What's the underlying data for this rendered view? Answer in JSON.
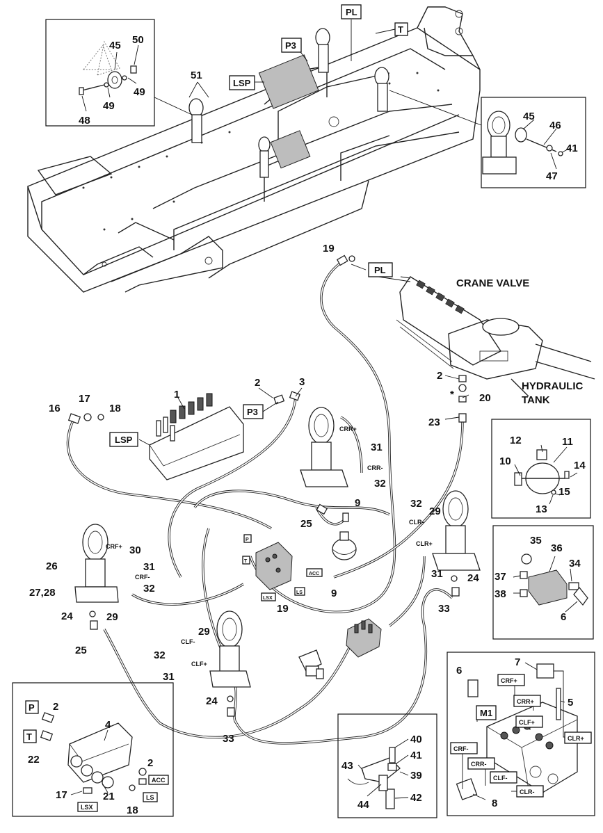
{
  "labels": {
    "crane_valve": "CRANE VALVE",
    "hydraulic": "HYDRAULIC",
    "tank": "TANK",
    "star": "*"
  },
  "tags": {
    "PL": "PL",
    "T": "T",
    "P3": "P3",
    "LSP": "LSP",
    "P": "P",
    "M1": "M1",
    "CRF_plus": "CRF+",
    "CRR_plus": "CRR+",
    "CLF_plus": "CLF+",
    "CLR_plus": "CLR+",
    "CRF_minus": "CRF-",
    "CRR_minus": "CRR-",
    "CLF_minus": "CLF-",
    "CLR_minus": "CLR-",
    "ACC": "ACC",
    "LS": "LS",
    "LSX": "LSX"
  },
  "hose_tags": {
    "crr_plus": "CRR+",
    "crr_minus": "CRR-",
    "clr_minus": "CLR-",
    "clr_plus": "CLR+",
    "crf_plus": "CRF+",
    "crf_minus": "CRF-",
    "clf_minus": "CLF-",
    "clf_plus": "CLF+"
  },
  "callouts": {
    "n1": "1",
    "n2a": "2",
    "n2b": "2",
    "n2c": "2",
    "n2d": "2",
    "n3": "3",
    "n4": "4",
    "n5": "5",
    "n6a": "6",
    "n6b": "6",
    "n7": "7",
    "n8": "8",
    "n9a": "9",
    "n9b": "9",
    "n10": "10",
    "n11": "11",
    "n12": "12",
    "n13": "13",
    "n14": "14",
    "n15": "15",
    "n16": "16",
    "n17a": "17",
    "n17b": "17",
    "n18a": "18",
    "n18b": "18",
    "n19a": "19",
    "n19b": "19",
    "n20": "20",
    "n21": "21",
    "n22": "22",
    "n23": "23",
    "n24a": "24",
    "n24b": "24",
    "n24c": "24",
    "n25a": "25",
    "n25b": "25",
    "n26": "26",
    "n2728": "27,28",
    "n29a": "29",
    "n29b": "29",
    "n29c": "29",
    "n30": "30",
    "n31a": "31",
    "n31b": "31",
    "n31c": "31",
    "n31d": "31",
    "n32a": "32",
    "n32b": "32",
    "n32c": "32",
    "n32d": "32",
    "n33a": "33",
    "n33b": "33",
    "n34": "34",
    "n35": "35",
    "n36": "36",
    "n37": "37",
    "n38": "38",
    "n39": "39",
    "n40": "40",
    "n41a": "41",
    "n41b": "41",
    "n42": "42",
    "n43": "43",
    "n44": "44",
    "n45a": "45",
    "n45b": "45",
    "n46": "46",
    "n47": "47",
    "n48": "48",
    "n49a": "49",
    "n49b": "49",
    "n50": "50",
    "n51": "51"
  }
}
